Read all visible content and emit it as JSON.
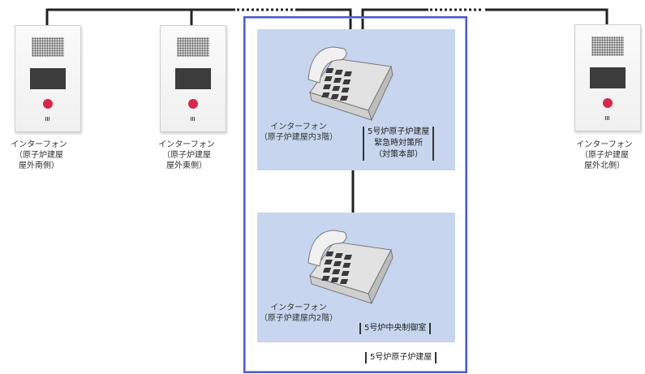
{
  "building_label": "5号炉原子炉建屋",
  "rooms": {
    "upper": {
      "label_lines": [
        "5号炉原子炉建屋",
        "緊急時対策所",
        "（対策本部）"
      ],
      "phone_label_lines": [
        "インターフォン",
        "（原子炉建屋内3階）"
      ]
    },
    "lower": {
      "label": "5号炉中央制御室",
      "phone_label_lines": [
        "インターフォン",
        "（原子炉建屋内2階）"
      ]
    }
  },
  "outdoor_units": [
    {
      "label_lines": [
        "インターフォン",
        "（原子炉建屋",
        "屋外南側）"
      ]
    },
    {
      "label_lines": [
        "インターフォン",
        "（原子炉建屋",
        "屋外東側）"
      ]
    },
    {
      "label_lines": [
        "インターフォン",
        "（原子炉建屋",
        "屋外北側）"
      ]
    }
  ],
  "colors": {
    "room_fill": "#c7d6ee",
    "building_border": "#4b5bc8",
    "wire": "#222222",
    "button": "#d6284a"
  }
}
